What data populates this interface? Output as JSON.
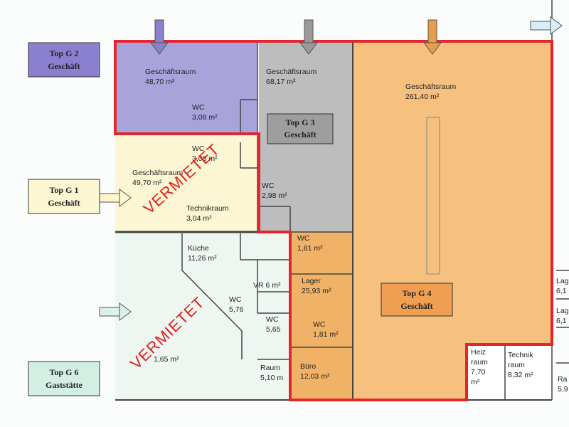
{
  "colors": {
    "g2": "#a9a3dc",
    "g3": "#bdbdbd",
    "g4": "#f6c07e",
    "g1": "#fdf6d4",
    "g6": "#eef6f1",
    "orange": "#f0b266",
    "wall": "#444444",
    "highlight": "#e3262c",
    "stamp": "#e02020"
  },
  "tops": {
    "g2": {
      "line1": "Top G 2",
      "line2": "Geschäft"
    },
    "g1": {
      "line1": "Top G 1",
      "line2": "Geschäft"
    },
    "g6": {
      "line1": "Top G 6",
      "line2": "Gaststätte"
    },
    "g3": {
      "line1": "Top G 3",
      "line2": "Geschäft"
    },
    "g4": {
      "line1": "Top G 4",
      "line2": "Geschäft"
    }
  },
  "rooms": {
    "g2_gesch": {
      "name": "Geschäftsraum",
      "area": "48,70 m²"
    },
    "g2_wc": {
      "name": "WC",
      "area": "3,08 m²"
    },
    "g3_gesch": {
      "name": "Geschäftsraum",
      "area": "68,17 m²"
    },
    "g4_gesch": {
      "name": "Geschäftsraum",
      "area": "261,40 m²"
    },
    "g1_wc": {
      "name": "WC",
      "area": "3,08 m²"
    },
    "g1_gesch": {
      "name": "Geschäftsraum",
      "area": "49,70 m²"
    },
    "g1_tech": {
      "name": "Technikraum",
      "area": "3,04 m²"
    },
    "g3_wc": {
      "name": "WC",
      "area": "2,98 m²"
    },
    "wc_181a": {
      "name": "WC",
      "area": "1,81 m²"
    },
    "lager": {
      "name": "Lager",
      "area": "25,93 m²"
    },
    "wc_181b": {
      "name": "WC",
      "area": "1,81 m²"
    },
    "buero": {
      "name": "Büro",
      "area": "12,03 m²"
    },
    "kueche": {
      "name": "Küche",
      "area": "11,26 m²"
    },
    "vr": {
      "name": "VR 6 m²"
    },
    "wc_576": {
      "name": "WC",
      "area": "5,76"
    },
    "wc_565": {
      "name": "WC",
      "area": "5,65"
    },
    "g6_gast": {
      "area": "1,65 m²"
    },
    "raum": {
      "name": "Raum",
      "area": "5,10 m"
    },
    "heiz": {
      "name1": "Heiz",
      "name2": "raum",
      "area": "7,70",
      "unit": "m²"
    },
    "technik": {
      "name1": "Technik",
      "name2": "raum",
      "area": "8,32 m²"
    }
  },
  "edge": {
    "lag1": "Lag",
    "lag1v": "6,1",
    "lag2": "Lag",
    "lag2v": "6,1",
    "ra": "Ra",
    "rav": "5,9"
  },
  "stamps": {
    "upper": "VERMIETET",
    "lower": "VERMIETET"
  }
}
